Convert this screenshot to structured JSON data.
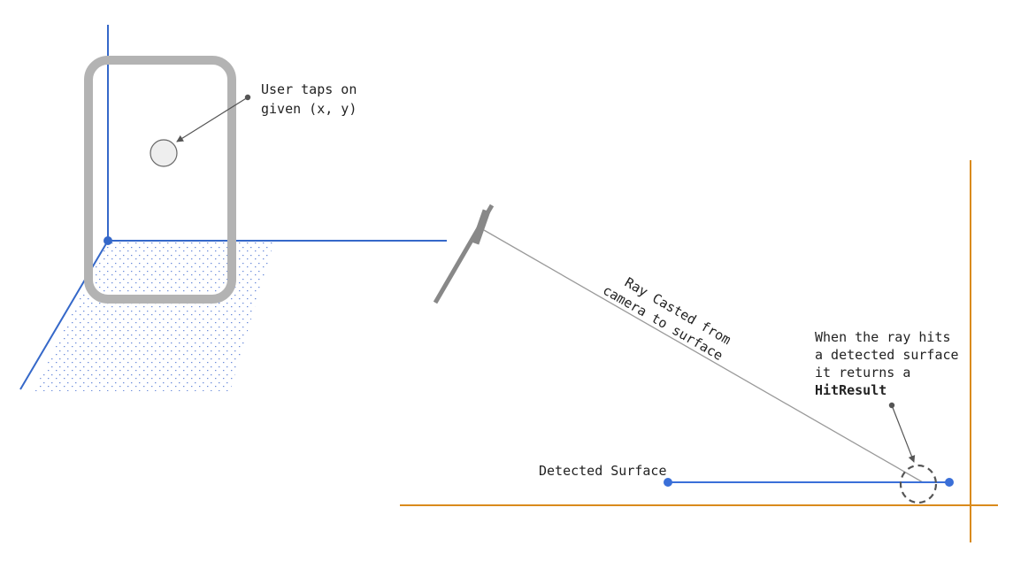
{
  "labels": {
    "tap": [
      "User taps on",
      "given (x, y)"
    ],
    "ray": [
      "Ray Casted from",
      "camera to surface"
    ],
    "hit": [
      "When the ray hits",
      "a detected surface",
      "it returns a"
    ],
    "hit_bold": "HitResult",
    "surface": "Detected Surface"
  },
  "colors": {
    "axis_blue": "#3568c9",
    "grid_blue": "#5b7fd6",
    "phone_gray": "#b3b3b3",
    "tap_fill": "#eeeeee",
    "ray_gray": "#9a9a9a",
    "leader": "#555555",
    "camera": "#888888",
    "orange_axis": "#d98a1c",
    "surface_blue": "#3a6fd8"
  },
  "icons": {
    "phone": "phone-outline",
    "tap": "tap-circle",
    "camera": "camera-plane",
    "hit": "hit-dashed-circle"
  }
}
